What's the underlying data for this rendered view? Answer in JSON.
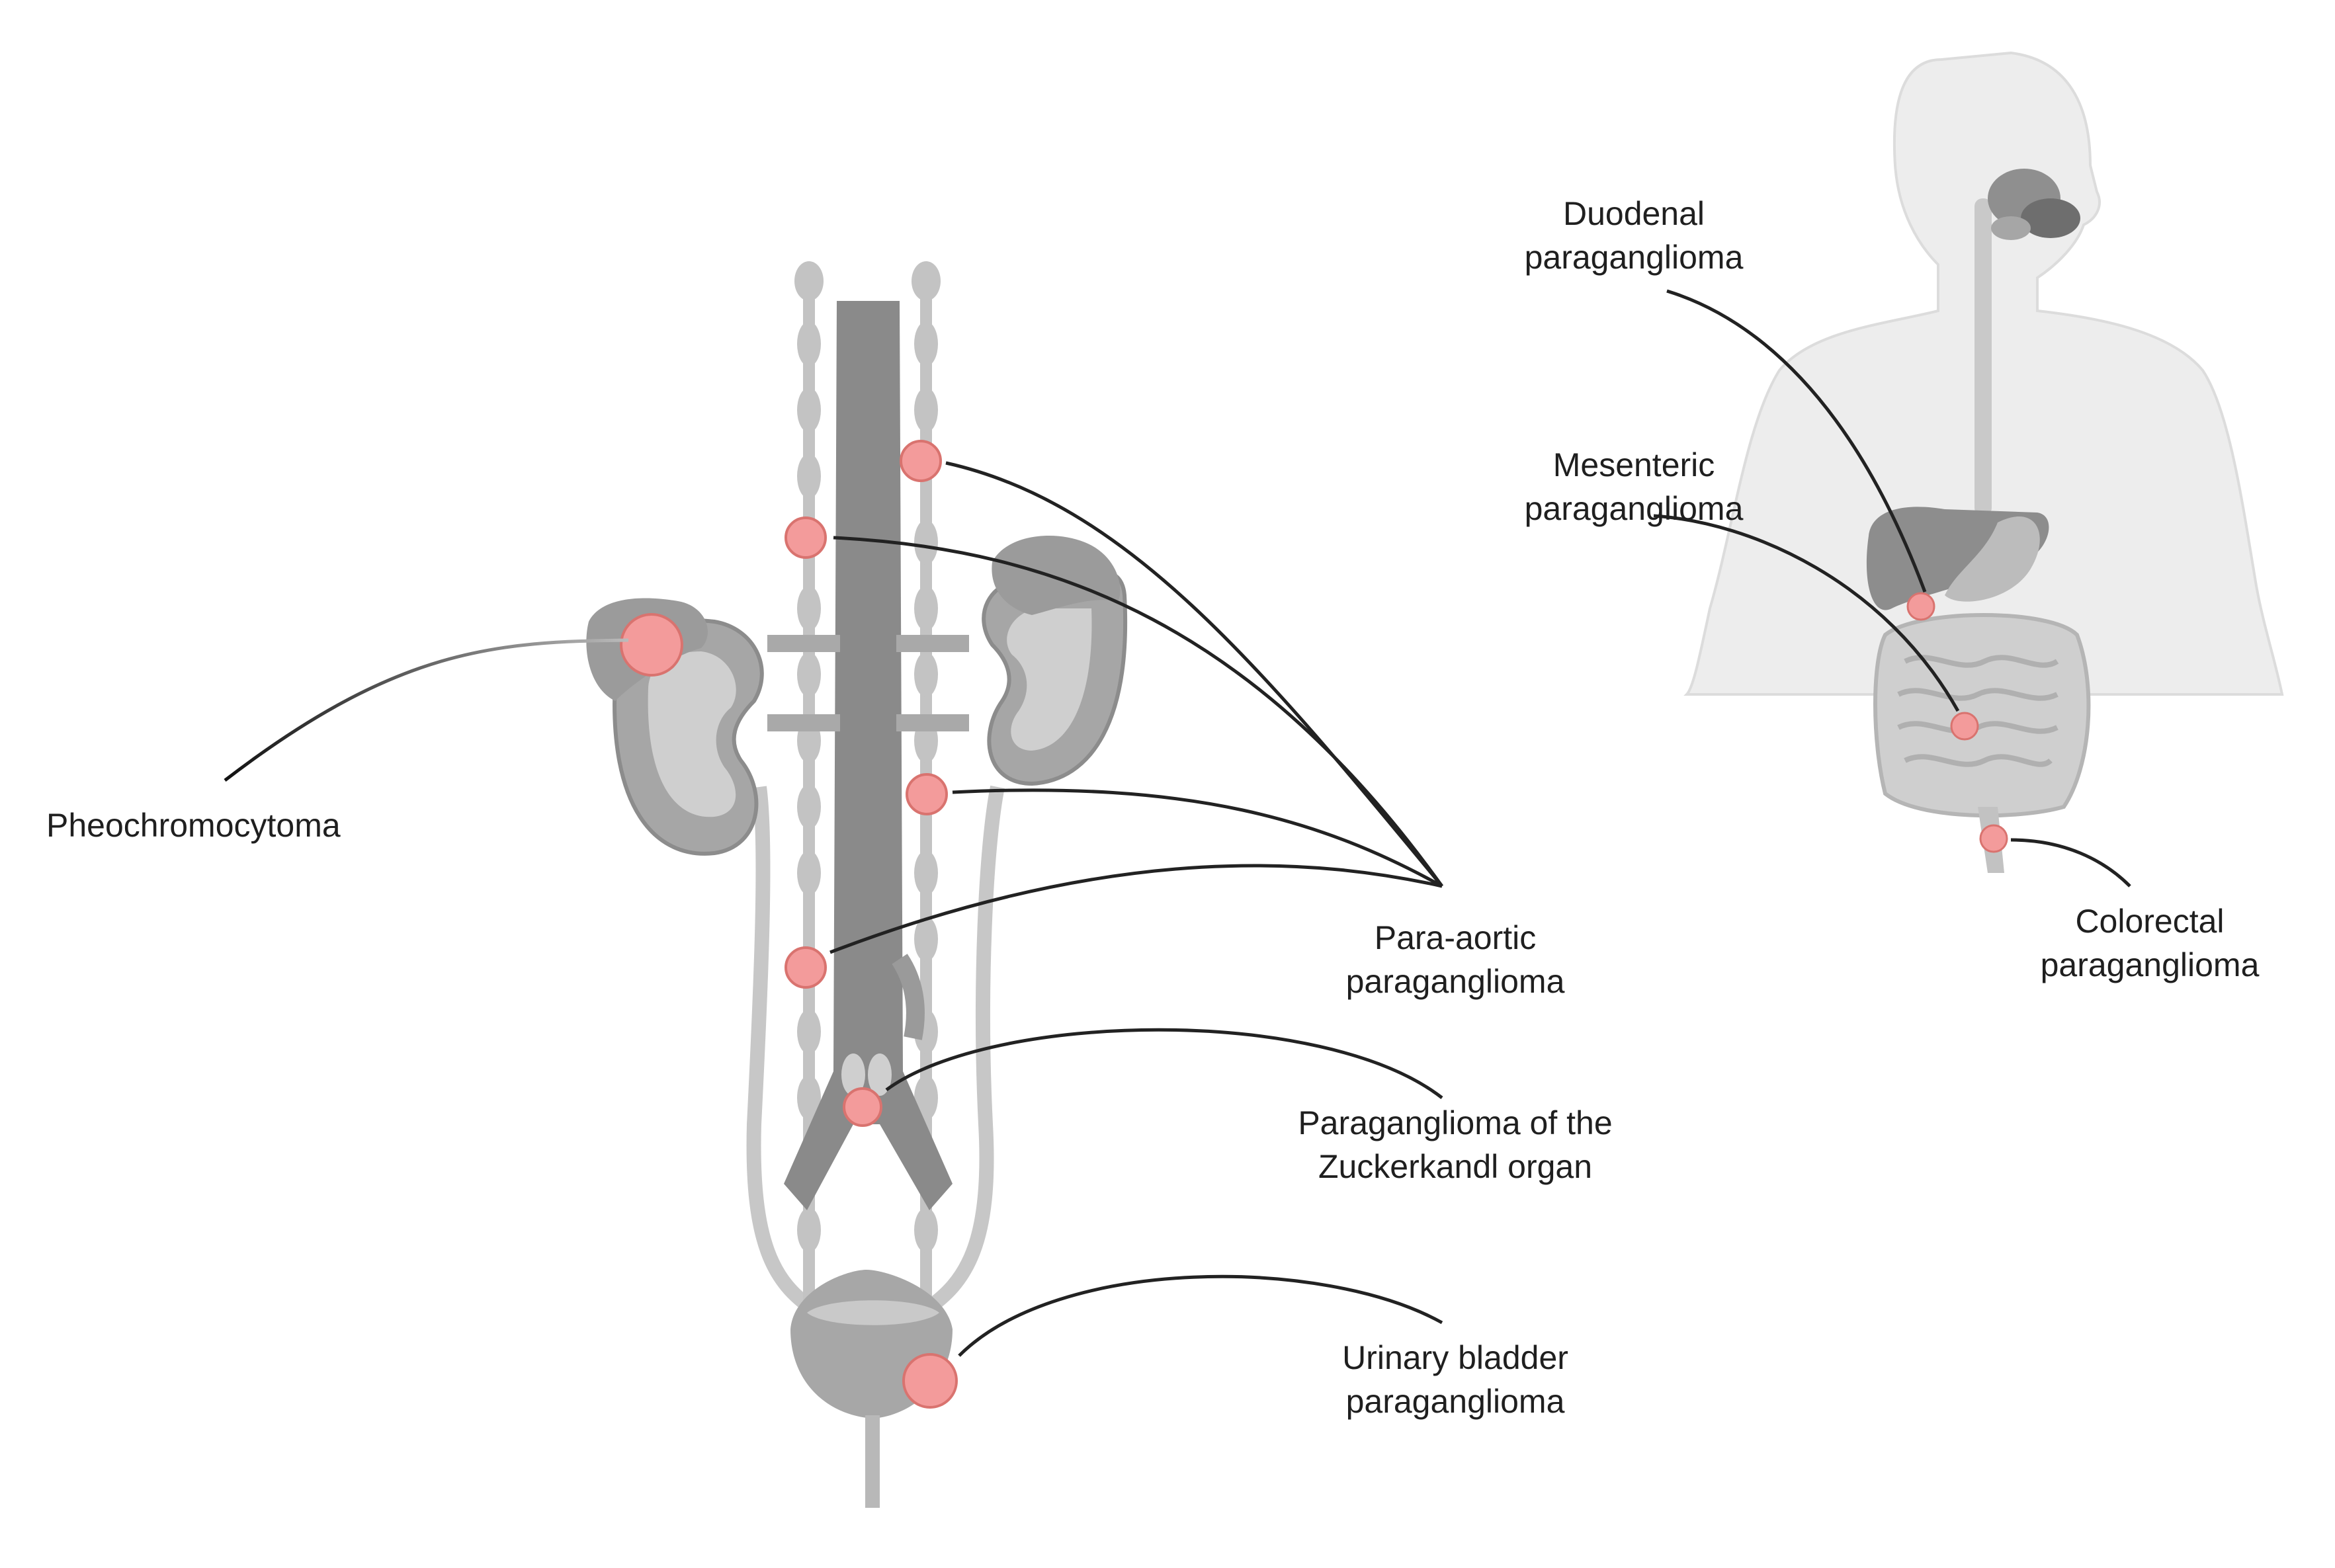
{
  "labels": {
    "pheochromocytoma": "Pheochromocytoma",
    "para_aortic": "Para-aortic\nparaganglioma",
    "zuckerkandl": "Paraganglioma of the\nZuckerkandl organ",
    "urinary_bladder": "Urinary bladder\nparaganglioma",
    "duodenal": "Duodenal\nparaganglioma",
    "mesenteric": "Mesenteric\nparaganglioma",
    "colorectal": "Colorectal\nparaganglioma"
  },
  "colors": {
    "tumor_fill": "#f39b9b",
    "tumor_stroke": "#d9736f",
    "organ_dark": "#8c8c8c",
    "organ_mid": "#b4b4b4",
    "organ_light": "#d3d3d3",
    "body_silhouette": "#ececec",
    "leader_line": "#1a1a1a"
  }
}
